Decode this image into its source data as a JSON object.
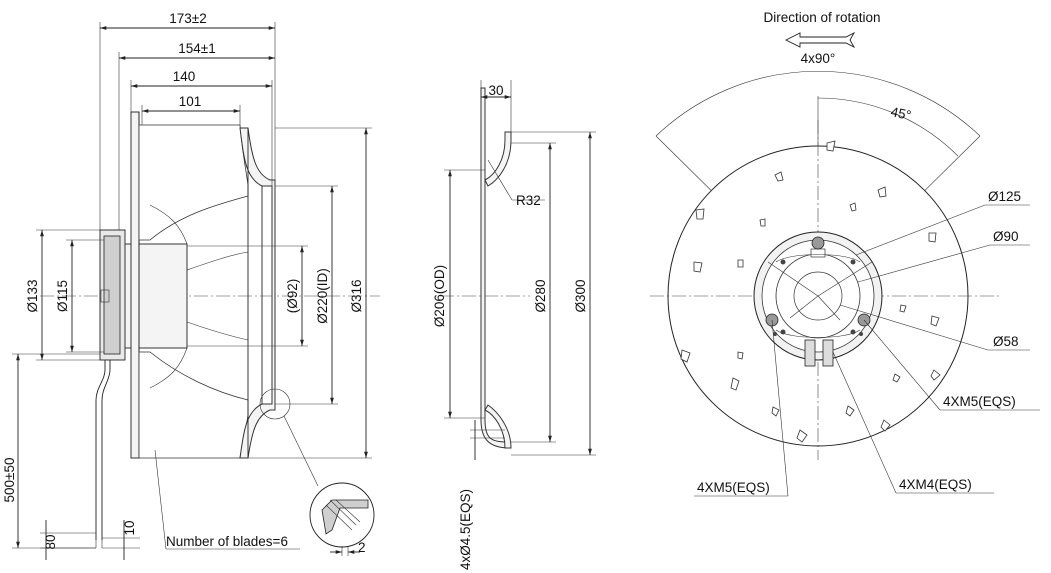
{
  "side_view": {
    "dim_overall": "173±2",
    "dim_mid": "154±1",
    "dim_140": "140",
    "dim_101": "101",
    "dia_133": "Ø133",
    "dia_115": "Ø115",
    "dia_92": "(Ø92)",
    "dia_220": "Ø220(ID)",
    "dia_316": "Ø316",
    "cable_len": "500±50",
    "dim_80": "80",
    "dim_10": "10",
    "blades_note": "Number of blades=6",
    "dim_2": "2"
  },
  "ring_view": {
    "dim_30": "30",
    "radius": "R32",
    "dia_206": "Ø206(OD)",
    "dia_280": "Ø280",
    "dia_300": "Ø300",
    "holes": "4xØ4.5(EQS)"
  },
  "front_view": {
    "rotation_label": "Direction of rotation",
    "angle_4x90": "4x90°",
    "angle_45": "45°",
    "dia_125": "Ø125",
    "dia_90": "Ø90",
    "dia_58": "Ø58",
    "thread_m5_right": "4XM5(EQS)",
    "thread_m5_left": "4XM5(EQS)",
    "thread_m4": "4XM4(EQS)"
  },
  "icons": {
    "rotation_arrow": "direction-arrow-icon"
  }
}
